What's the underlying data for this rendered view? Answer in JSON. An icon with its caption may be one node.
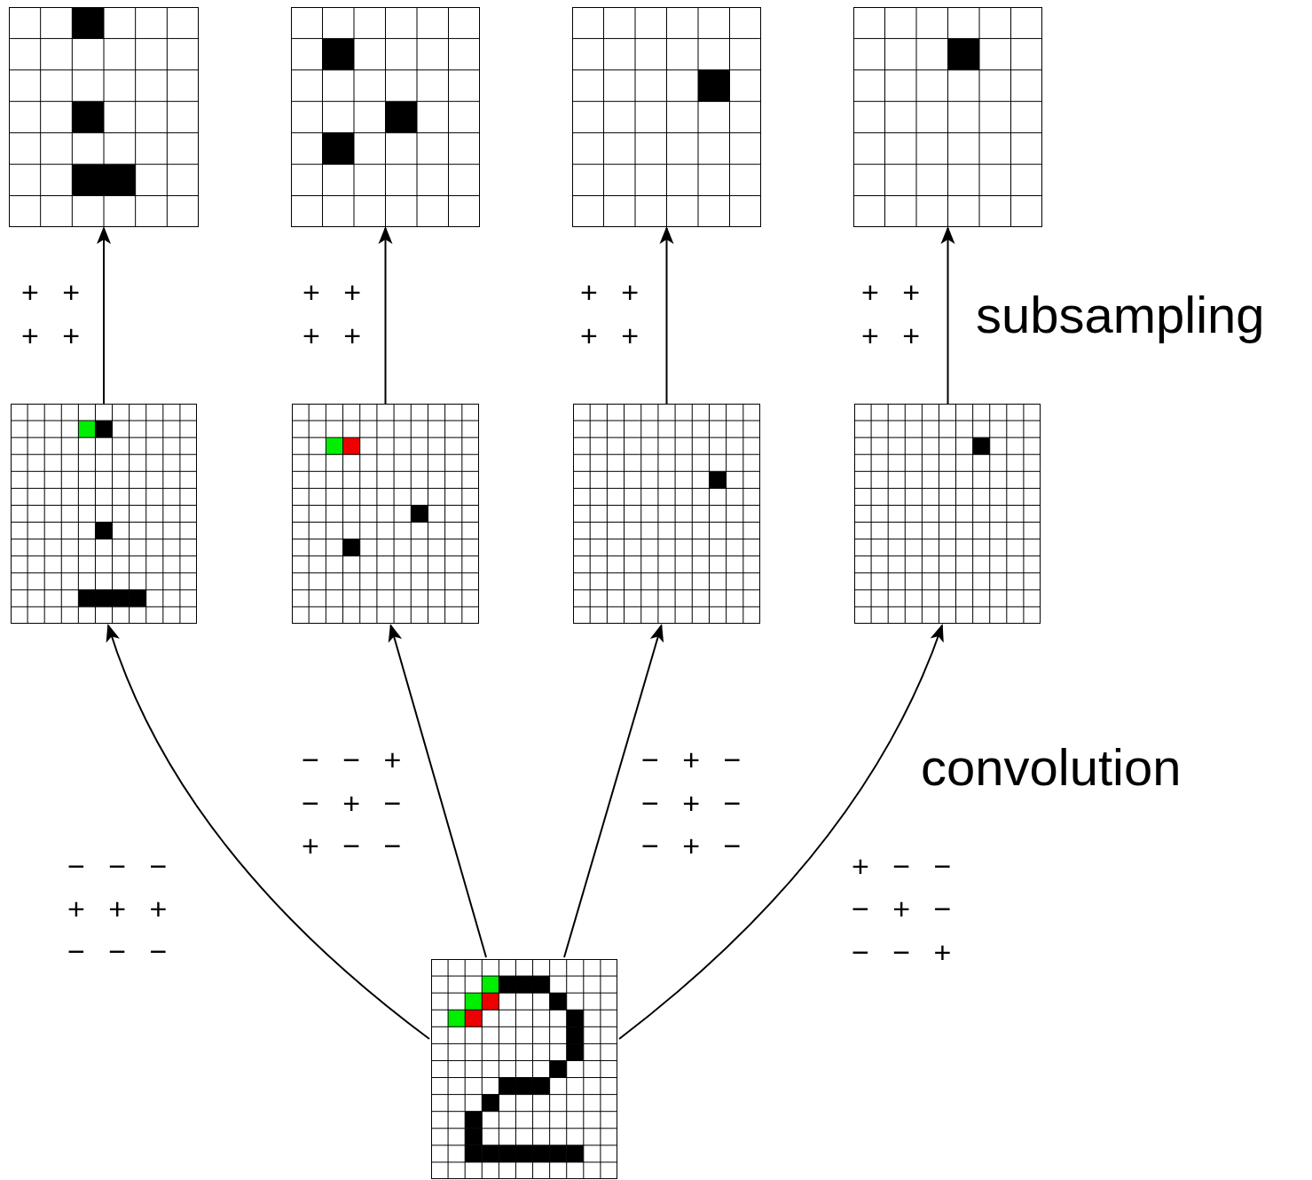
{
  "diagram": {
    "nodes": [
      {
        "text": [],
        "shape": "grid"
      },
      {
        "text": [],
        "shape": "grid"
      },
      {
        "text": [],
        "shape": "grid"
      },
      {
        "text": [],
        "shape": "grid"
      },
      {
        "text": [],
        "shape": "grid"
      },
      {
        "text": [],
        "shape": "grid"
      },
      {
        "text": [],
        "shape": "grid"
      },
      {
        "text": [],
        "shape": "grid"
      },
      {
        "text": [],
        "shape": "grid"
      }
    ],
    "edges": [
      {
        "from": 4,
        "to": 0,
        "arrow": "to"
      },
      {
        "from": 5,
        "to": 1,
        "arrow": "to"
      },
      {
        "from": 6,
        "to": 2,
        "arrow": "to"
      },
      {
        "from": 7,
        "to": 3,
        "arrow": "to"
      },
      {
        "from": 8,
        "to": 4,
        "arrow": "to"
      },
      {
        "from": 8,
        "to": 5,
        "arrow": "to"
      },
      {
        "from": 8,
        "to": 6,
        "arrow": "to"
      },
      {
        "from": 8,
        "to": 7,
        "arrow": "to"
      }
    ],
    "labels": [
      "+ +",
      "+ +",
      "+ +",
      "+ +",
      "+ +",
      "+ +",
      "+ +",
      "+ +",
      "subsampling",
      "− − +",
      "− + −",
      "+ − −",
      "− + −",
      "− + −",
      "− + −",
      "convolution",
      "− − −",
      "+ + +",
      "− − −",
      "+ − −",
      "− + −",
      "− − +"
    ]
  }
}
